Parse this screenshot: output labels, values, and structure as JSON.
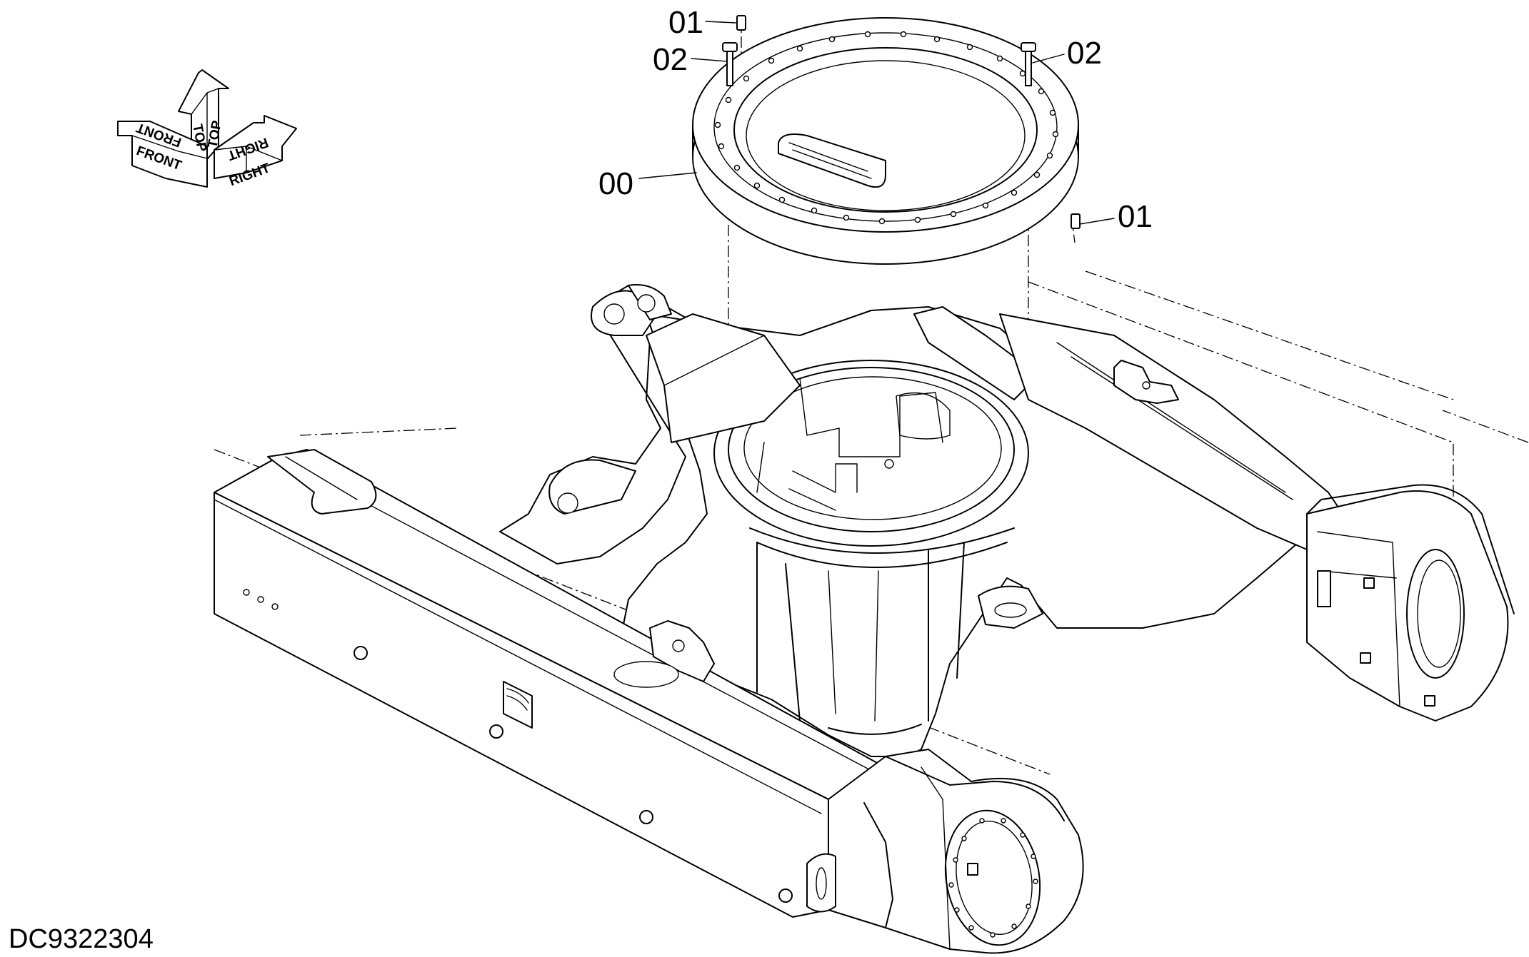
{
  "diagram": {
    "drawing_id": "DC9322304",
    "callouts": [
      {
        "id": "callout-01-top",
        "label": "01"
      },
      {
        "id": "callout-02-left",
        "label": "02"
      },
      {
        "id": "callout-02-right",
        "label": "02"
      },
      {
        "id": "callout-00",
        "label": "00"
      },
      {
        "id": "callout-01-right",
        "label": "01"
      }
    ],
    "orientation": {
      "front": "FRONT",
      "top": "TOP",
      "right": "RIGHT"
    }
  }
}
